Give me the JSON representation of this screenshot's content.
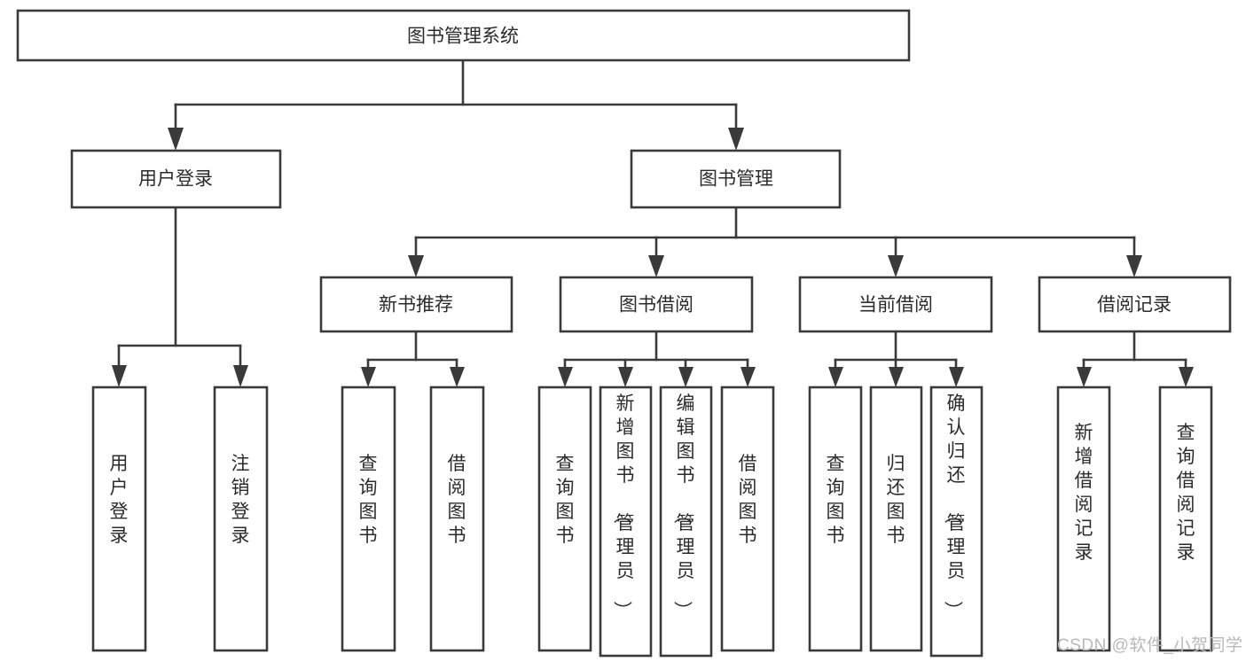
{
  "diagram": {
    "type": "tree-hierarchy",
    "title": "图书管理系统",
    "root": {
      "id": "root",
      "label": "图书管理系统",
      "orientation": "horizontal"
    },
    "level1": [
      {
        "id": "user-login",
        "label": "用户登录",
        "orientation": "horizontal"
      },
      {
        "id": "book-manage",
        "label": "图书管理",
        "orientation": "horizontal"
      }
    ],
    "level2": [
      {
        "id": "new-book-recommend",
        "label": "新书推荐",
        "parent": "book-manage",
        "orientation": "horizontal"
      },
      {
        "id": "book-borrow",
        "label": "图书借阅",
        "parent": "book-manage",
        "orientation": "horizontal"
      },
      {
        "id": "current-borrow",
        "label": "当前借阅",
        "parent": "book-manage",
        "orientation": "horizontal"
      },
      {
        "id": "borrow-record",
        "label": "借阅记录",
        "parent": "book-manage",
        "orientation": "horizontal"
      }
    ],
    "leaves": [
      {
        "id": "leaf-user-login",
        "label": "用户登录",
        "parent": "user-login",
        "orientation": "vertical"
      },
      {
        "id": "leaf-logout-login",
        "label": "注销登录",
        "parent": "user-login",
        "orientation": "vertical"
      },
      {
        "id": "leaf-query-book-1",
        "label": "查询图书",
        "parent": "new-book-recommend",
        "orientation": "vertical"
      },
      {
        "id": "leaf-borrow-book-1",
        "label": "借阅图书",
        "parent": "new-book-recommend",
        "orientation": "vertical"
      },
      {
        "id": "leaf-query-book-2",
        "label": "查询图书",
        "parent": "book-borrow",
        "orientation": "vertical"
      },
      {
        "id": "leaf-add-book",
        "label": "新增图书（管理员）",
        "parent": "book-borrow",
        "orientation": "vertical"
      },
      {
        "id": "leaf-edit-book",
        "label": "编辑图书（管理员）",
        "parent": "book-borrow",
        "orientation": "vertical"
      },
      {
        "id": "leaf-borrow-book-2",
        "label": "借阅图书",
        "parent": "book-borrow",
        "orientation": "vertical"
      },
      {
        "id": "leaf-query-book-3",
        "label": "查询图书",
        "parent": "current-borrow",
        "orientation": "vertical"
      },
      {
        "id": "leaf-return-book",
        "label": "归还图书",
        "parent": "current-borrow",
        "orientation": "vertical"
      },
      {
        "id": "leaf-confirm-return",
        "label": "确认归还（管理员）",
        "parent": "current-borrow",
        "orientation": "vertical"
      },
      {
        "id": "leaf-add-record",
        "label": "新增借阅记录",
        "parent": "borrow-record",
        "orientation": "vertical"
      },
      {
        "id": "leaf-query-record",
        "label": "查询借阅记录",
        "parent": "borrow-record",
        "orientation": "vertical"
      }
    ]
  },
  "watermark": {
    "text": "CSDN @软件_小贺同学"
  },
  "colors": {
    "stroke": "#3a3a3a",
    "box_fill": "#ffffff",
    "text": "#2b2b2b",
    "background": "#ffffff",
    "watermark": "#b9b9b9"
  }
}
